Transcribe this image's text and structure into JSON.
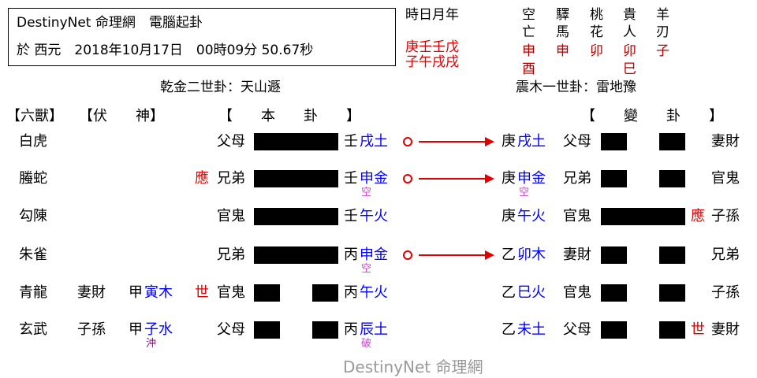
{
  "header": {
    "title": "DestinyNet 命理網　電腦起卦",
    "datetime": "於 西元　2018年10月17日　00時09分 50.67秒"
  },
  "calendar": {
    "label": "時日月年",
    "stems": "庚壬壬戊",
    "branches": "子午戌戌"
  },
  "shensha": {
    "names": [
      {
        "top": "空",
        "bottom": "亡"
      },
      {
        "top": "驛",
        "bottom": "馬"
      },
      {
        "top": "桃",
        "bottom": "花"
      },
      {
        "top": "貴",
        "bottom": "人"
      },
      {
        "top": "羊",
        "bottom": "刃"
      }
    ],
    "values_row1": [
      "申",
      "申",
      "卯",
      "卯",
      "子"
    ],
    "values_row2": [
      "酉",
      "",
      "",
      "巳",
      ""
    ]
  },
  "hexagrams": {
    "main_name": "乾金二世卦：天山遯",
    "changed_name": "震木一世卦：雷地豫"
  },
  "columns": {
    "six_beasts": "【六獸】",
    "fu_shen": "【伏　　神】",
    "ben_gua": "【　　本　　卦　　】",
    "bian_gua": "【　　變　　卦　　】"
  },
  "rows": [
    {
      "beast": "白虎",
      "fu_rel": "",
      "fu_stem": "",
      "fu_branch": "",
      "ben_mark": "",
      "ben_rel": "父母",
      "ben_line": "yang",
      "ben_stem": "壬",
      "ben_branch": "戌土",
      "ben_note": "",
      "moving": true,
      "bian_stem": "庚",
      "bian_branch": "戌土",
      "bian_note": "",
      "bian_rel": "父母",
      "bian_line": "yin",
      "bian_mark": "",
      "bian_rel_right": "妻財"
    },
    {
      "beast": "螣蛇",
      "fu_rel": "",
      "fu_stem": "",
      "fu_branch": "",
      "ben_mark": "應",
      "ben_rel": "兄弟",
      "ben_line": "yang",
      "ben_stem": "壬",
      "ben_branch": "申金",
      "ben_note": "空",
      "moving": true,
      "bian_stem": "庚",
      "bian_branch": "申金",
      "bian_note": "空",
      "bian_rel": "兄弟",
      "bian_line": "yin",
      "bian_mark": "",
      "bian_rel_right": "官鬼"
    },
    {
      "beast": "勾陳",
      "fu_rel": "",
      "fu_stem": "",
      "fu_branch": "",
      "ben_mark": "",
      "ben_rel": "官鬼",
      "ben_line": "yang",
      "ben_stem": "壬",
      "ben_branch": "午火",
      "ben_note": "",
      "moving": false,
      "bian_stem": "庚",
      "bian_branch": "午火",
      "bian_note": "",
      "bian_rel": "官鬼",
      "bian_line": "yang",
      "bian_mark": "應",
      "bian_rel_right": "子孫"
    },
    {
      "beast": "朱雀",
      "fu_rel": "",
      "fu_stem": "",
      "fu_branch": "",
      "ben_mark": "",
      "ben_rel": "兄弟",
      "ben_line": "yang",
      "ben_stem": "丙",
      "ben_branch": "申金",
      "ben_note": "空",
      "moving": true,
      "bian_stem": "乙",
      "bian_branch": "卯木",
      "bian_note": "",
      "bian_rel": "妻財",
      "bian_line": "yin",
      "bian_mark": "",
      "bian_rel_right": "兄弟"
    },
    {
      "beast": "青龍",
      "fu_rel": "妻財",
      "fu_stem": "甲",
      "fu_branch": "寅木",
      "ben_mark": "世",
      "ben_rel": "官鬼",
      "ben_line": "yin",
      "ben_stem": "丙",
      "ben_branch": "午火",
      "ben_note": "",
      "moving": false,
      "bian_stem": "乙",
      "bian_branch": "巳火",
      "bian_note": "",
      "bian_rel": "官鬼",
      "bian_line": "yin",
      "bian_mark": "",
      "bian_rel_right": "子孫"
    },
    {
      "beast": "玄武",
      "fu_rel": "子孫",
      "fu_stem": "甲",
      "fu_branch": "子水",
      "fu_note": "沖",
      "ben_mark": "",
      "ben_rel": "父母",
      "ben_line": "yin",
      "ben_stem": "丙",
      "ben_branch": "辰土",
      "ben_note": "破",
      "moving": false,
      "bian_stem": "乙",
      "bian_branch": "未土",
      "bian_note": "",
      "bian_rel": "父母",
      "bian_line": "yin",
      "bian_mark": "世",
      "bian_rel_right": "妻財"
    }
  ],
  "watermark": "DestinyNet 命理網"
}
